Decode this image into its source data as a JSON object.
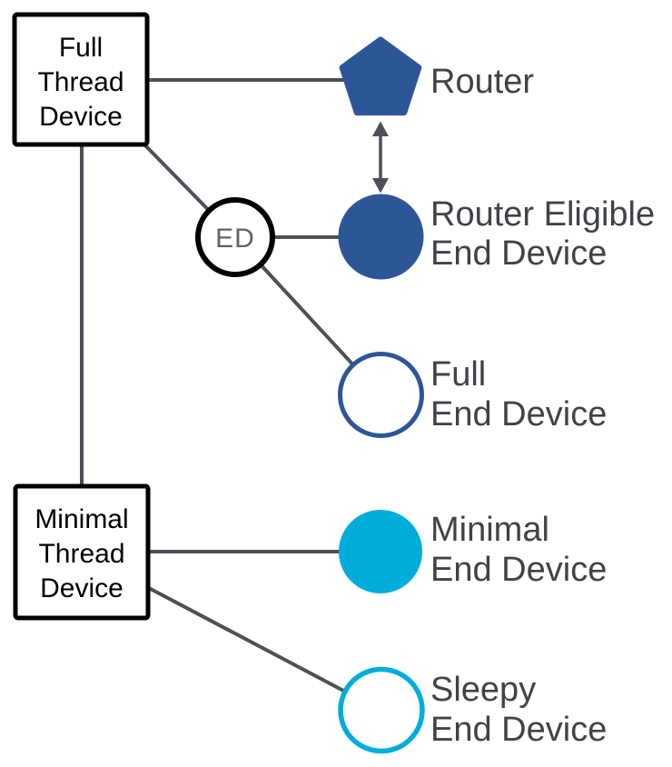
{
  "diagram": {
    "colors": {
      "dark_blue": "#2D5697",
      "cyan": "#00ADDA",
      "connector_gray": "#4B5157",
      "label_gray": "#3F4348",
      "ed_label_gray": "#5F6368",
      "box_border": "#000000"
    },
    "boxes": {
      "full_thread_device": {
        "line1": "Full",
        "line2": "Thread",
        "line3": "Device"
      },
      "minimal_thread_device": {
        "line1": "Minimal",
        "line2": "Thread",
        "line3": "Device"
      }
    },
    "nodes": {
      "router": {
        "label": "Router"
      },
      "router_eligible_end_device": {
        "label_line1": "Router Eligible",
        "label_line2": "End Device"
      },
      "full_end_device": {
        "label_line1": "Full",
        "label_line2": "End Device"
      },
      "minimal_end_device": {
        "label_line1": "Minimal",
        "label_line2": "End Device"
      },
      "sleepy_end_device": {
        "label_line1": "Sleepy",
        "label_line2": "End Device"
      },
      "ed": {
        "label": "ED"
      }
    }
  }
}
